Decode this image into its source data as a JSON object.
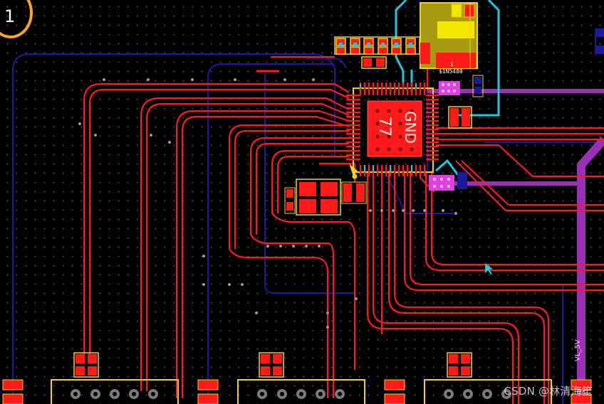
{
  "view": {
    "layer_marker": "1",
    "colors": {
      "background": "#000000",
      "grid_dot": "#5a5a5a",
      "top_copper": "#ff1a1a",
      "bottom_copper": "#1a1a9a",
      "silkscreen": "#f2d21b",
      "keepout_cyan": "#1ec8e0",
      "power_net": "#9b2fb5",
      "pad_magenta": "#e040e0"
    }
  },
  "components": {
    "main_ic": {
      "net_label": "GND",
      "pin_number": "77"
    },
    "diode": {
      "designator": "1",
      "part": "$1N5480"
    }
  },
  "nets": {
    "power_net_label": "VL_5V"
  },
  "watermark": "CSDN @林清海笙",
  "icons": [
    "layer-marker-icon",
    "cursor-icon"
  ]
}
